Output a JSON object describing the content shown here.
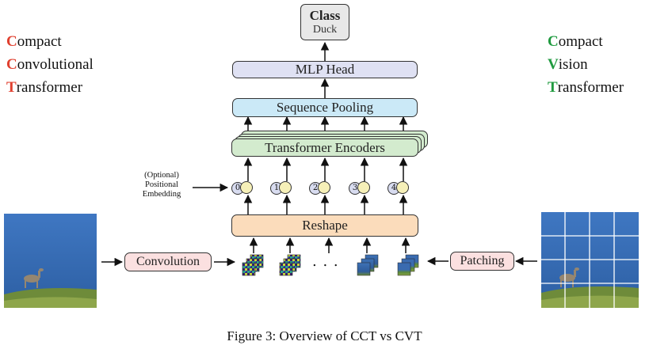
{
  "colors": {
    "cct_letter": "#e0402f",
    "cvt_letter": "#1f9a3f",
    "class_box": "#e8e8e8",
    "mlp_head": "#dfe1f3",
    "sequence_pooling": "#cbe9f7",
    "transformer_encoders": "#d3ebce",
    "reshape": "#fbdcbb",
    "convolution": "#fbe0e0",
    "patching": "#fbe0e0",
    "token_circle": "#f6f0b8",
    "pos_circle": "#d8dcf0"
  },
  "left_acronym": {
    "line1": {
      "letter": "C",
      "rest": "ompact"
    },
    "line2": {
      "letter": "C",
      "rest": "onvolutional"
    },
    "line3": {
      "letter": "T",
      "rest": "ransformer"
    }
  },
  "right_acronym": {
    "line1": {
      "letter": "C",
      "rest": "ompact"
    },
    "line2": {
      "letter": "V",
      "rest": "ision"
    },
    "line3": {
      "letter": "T",
      "rest": "ransformer"
    }
  },
  "class_box": {
    "title": "Class",
    "label": "Duck"
  },
  "mlp_head": "MLP Head",
  "sequence_pooling": "Sequence Pooling",
  "transformer_encoders": "Transformer Encoders",
  "reshape": "Reshape",
  "positional_embedding": {
    "line1": "(Optional)",
    "line2": "Positional",
    "line3": "Embedding"
  },
  "position_indices": [
    "0",
    "1",
    "2",
    "3",
    "4"
  ],
  "convolution": "Convolution",
  "patching": "Patching",
  "ellipsis": ". . .",
  "caption": "Figure 3: Overview of CCT vs CVT",
  "icons": {
    "input_image": "deer-on-hill-photo",
    "patched_image": "deer-photo-with-grid",
    "feature_maps": "feature-map-stack-icon",
    "image_patches": "image-patch-stack-icon"
  }
}
